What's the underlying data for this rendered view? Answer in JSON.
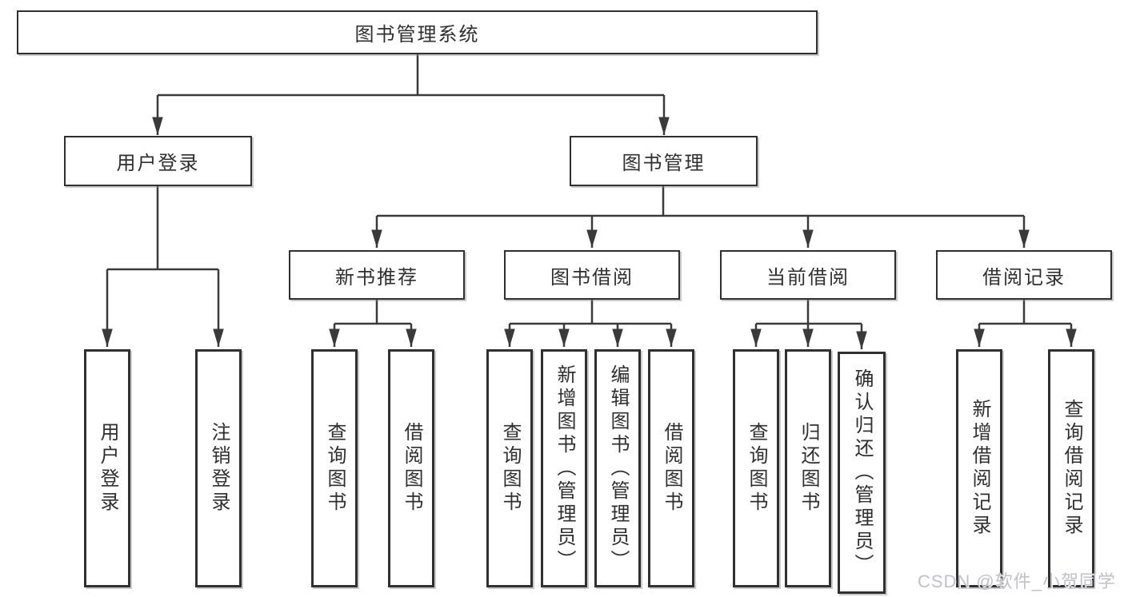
{
  "tree": {
    "root": {
      "label": "图书管理系统"
    },
    "user_login": {
      "label": "用户登录",
      "children": [
        {
          "label": "用户登录"
        },
        {
          "label": "注销登录"
        }
      ]
    },
    "book_mgmt": {
      "label": "图书管理",
      "children": [
        {
          "label": "新书推荐",
          "children": [
            {
              "label": "查询图书"
            },
            {
              "label": "借阅图书"
            }
          ]
        },
        {
          "label": "图书借阅",
          "children": [
            {
              "label": "查询图书"
            },
            {
              "label": "新增图书（管理员）"
            },
            {
              "label": "编辑图书（管理员）"
            },
            {
              "label": "借阅图书"
            }
          ]
        },
        {
          "label": "当前借阅",
          "children": [
            {
              "label": "查询图书"
            },
            {
              "label": "归还图书"
            },
            {
              "label": "确认归还（管理员）"
            }
          ]
        },
        {
          "label": "借阅记录",
          "children": [
            {
              "label": "新增借阅记录"
            },
            {
              "label": "查询借阅记录"
            }
          ]
        }
      ]
    }
  },
  "watermark": {
    "text": "CSDN @软件_小贺同学"
  },
  "colors": {
    "line": "#3a3a3a",
    "box_border": "#303030",
    "box_background": "#ffffff",
    "text": "#2f2f2f",
    "watermark": "#c0c0c6"
  }
}
